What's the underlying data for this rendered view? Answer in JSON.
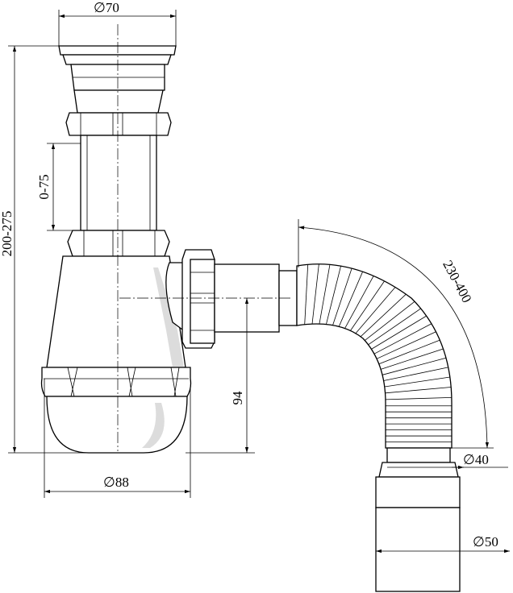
{
  "dimensions": {
    "d70": "70",
    "height_total": "200-275",
    "adjust_range": "0-75",
    "d88": "88",
    "h94": "94",
    "flex_length": "230-400",
    "d40": "40",
    "d50": "50"
  },
  "diameter_symbol": "∅"
}
